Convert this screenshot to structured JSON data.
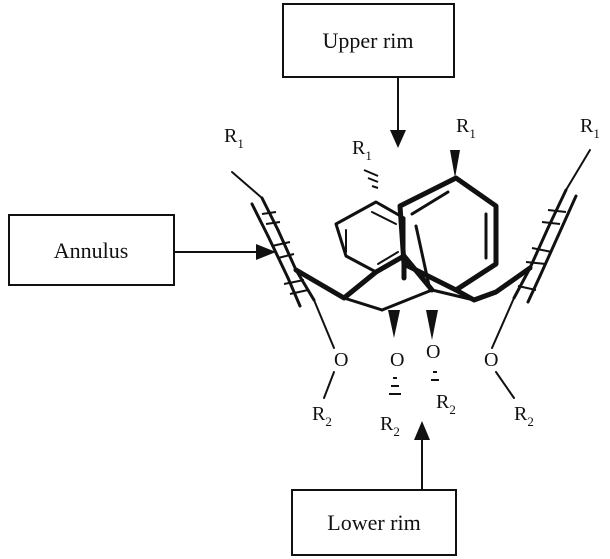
{
  "callouts": {
    "upper_rim": "Upper rim",
    "annulus": "Annulus",
    "lower_rim": "Lower rim"
  },
  "substituents": {
    "r1_symbol": "R",
    "r1_index": "1",
    "r2_symbol": "R",
    "r2_index": "2",
    "oxygen": "O"
  }
}
